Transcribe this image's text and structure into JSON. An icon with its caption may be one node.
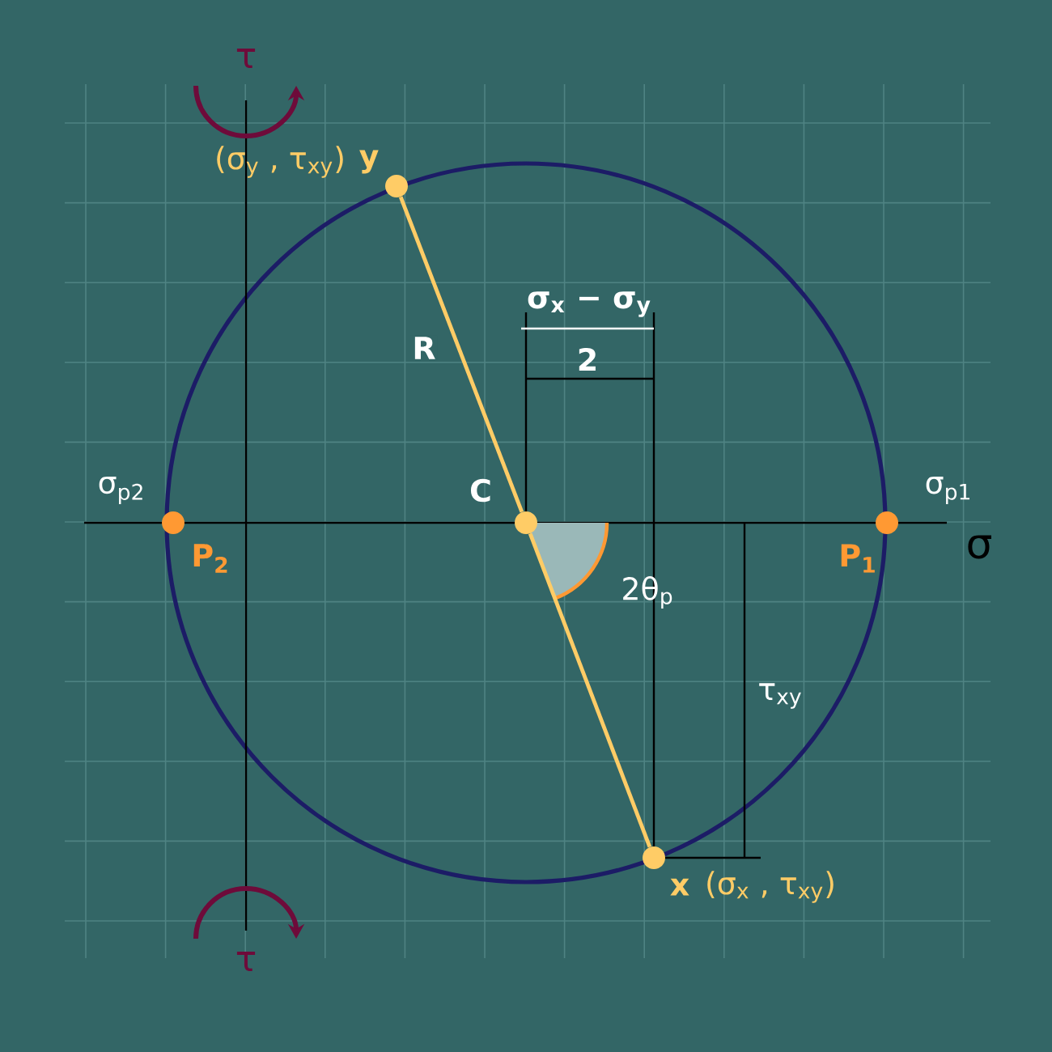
{
  "diagram": {
    "nodes": [
      {
        "text": [],
        "shape": "circle",
        "beside": [
          "(σ$_{y}$ , τ$_{xy}$)",
          "y"
        ]
      },
      {
        "text": [],
        "shape": "circle",
        "beside": [
          "C"
        ]
      },
      {
        "text": [],
        "shape": "circle",
        "beside": [
          "x",
          "(σ$_{x}$ , τ$_{xy}$)"
        ]
      },
      {
        "text": [],
        "shape": "circle",
        "beside": [
          "σ$_{p2}$",
          "P$_{2}$"
        ]
      },
      {
        "text": [],
        "shape": "circle",
        "beside": [
          "σ$_{p1}$",
          "P$_{1}$"
        ]
      }
    ],
    "edges": [
      {
        "from": 0,
        "to": 1,
        "arrow": "none",
        "label": "R"
      },
      {
        "from": 1,
        "to": 2,
        "arrow": "none"
      }
    ],
    "labels": [
      "τ",
      "σ$_{x}$ − σ$_{y}$",
      "2",
      "σ",
      "2θ$_{p}$",
      "τ$_{xy}$",
      "τ"
    ]
  }
}
